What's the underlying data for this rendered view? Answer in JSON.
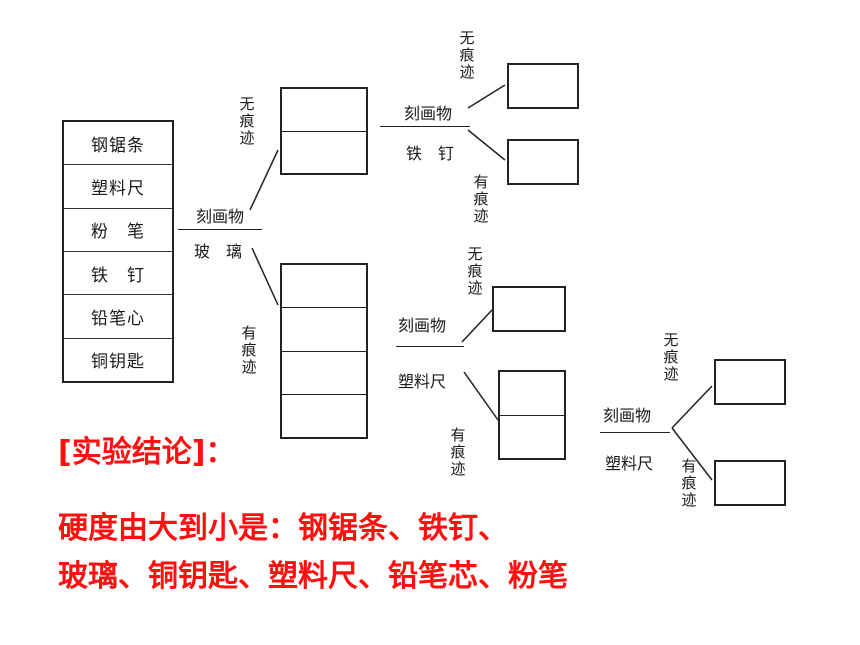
{
  "materials": [
    "钢锯条",
    "塑料尺",
    "粉　笔",
    "铁　钉",
    "铅笔心",
    "铜钥匙"
  ],
  "branch1": {
    "action": "刻画物",
    "tool": "玻　璃",
    "upper": "无痕迹",
    "lower": "有痕迹"
  },
  "branch2": {
    "action": "刻画物",
    "tool": "铁　钉",
    "upper": "无痕迹",
    "lower": "有痕迹"
  },
  "branch3": {
    "action": "刻画物",
    "tool": "塑料尺",
    "upper": "无痕迹",
    "lower": "有痕迹"
  },
  "branch4": {
    "action": "刻画物",
    "tool": "塑料尺",
    "upper": "无痕迹",
    "lower": "有痕迹"
  },
  "conclusion": {
    "heading": "[实验结论]：",
    "line1": "硬度由大到小是：钢锯条、铁钉、",
    "line2": "玻璃、铜钥匙、塑料尺、铅笔芯、粉笔"
  }
}
